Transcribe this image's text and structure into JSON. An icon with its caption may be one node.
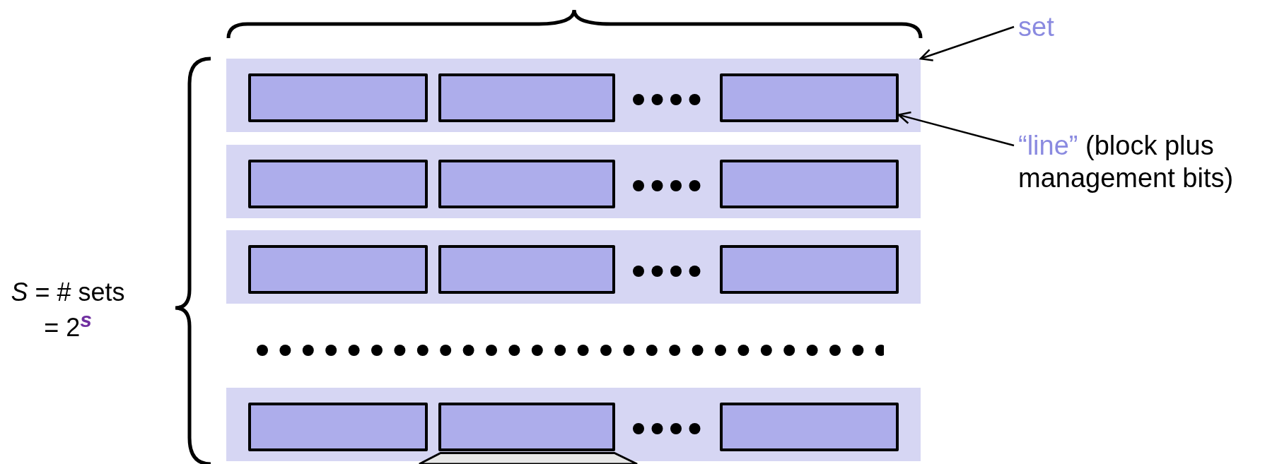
{
  "diagram": {
    "nodes": [
      {
        "text": [],
        "shape": "box"
      },
      {
        "text": [],
        "shape": "box",
        "in": 0
      },
      {
        "text": [],
        "shape": "box",
        "in": 0
      },
      {
        "text": [],
        "shape": "box",
        "in": 0
      },
      {
        "text": [],
        "shape": "box"
      },
      {
        "text": [],
        "shape": "box",
        "in": 4
      },
      {
        "text": [],
        "shape": "box",
        "in": 4
      },
      {
        "text": [],
        "shape": "box",
        "in": 4
      },
      {
        "text": [],
        "shape": "box"
      },
      {
        "text": [],
        "shape": "box",
        "in": 8
      },
      {
        "text": [],
        "shape": "box",
        "in": 8
      },
      {
        "text": [],
        "shape": "box",
        "in": 8
      },
      {
        "text": [],
        "shape": "box"
      },
      {
        "text": [],
        "shape": "box",
        "in": 12
      },
      {
        "text": [],
        "shape": "box",
        "in": 12
      },
      {
        "text": [],
        "shape": "box",
        "in": 12
      },
      {
        "text": [
          "set"
        ]
      },
      {
        "text": [
          "“line”",
          "(block plus management bits)"
        ]
      },
      {
        "text": [],
        "shape": "trapezoid"
      }
    ],
    "edges": [
      {
        "from": 16,
        "to": 0,
        "arrow": "to"
      },
      {
        "from": 17,
        "to": 3,
        "arrow": "to"
      }
    ],
    "labels": [
      "*S* = # sets = 2$^{s}$"
    ]
  }
}
